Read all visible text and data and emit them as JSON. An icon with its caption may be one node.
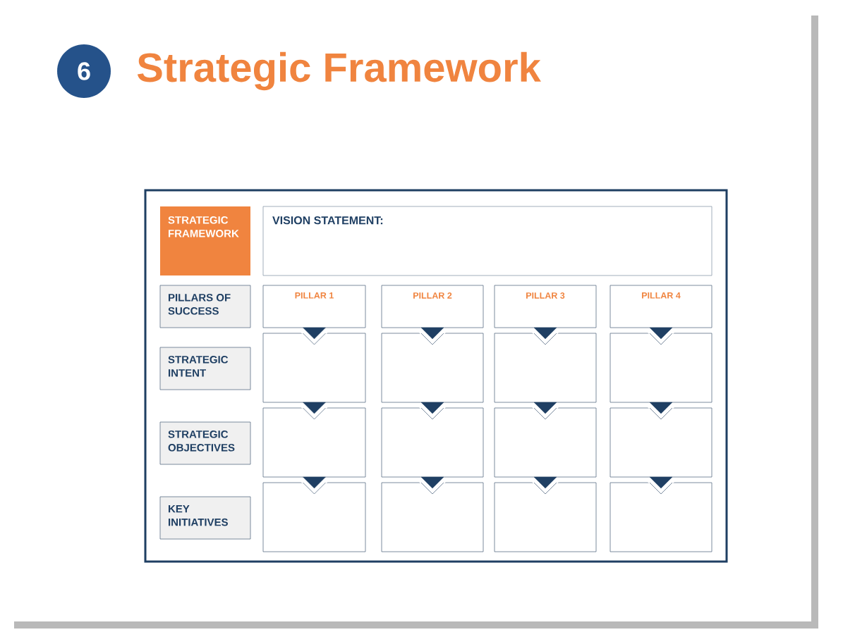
{
  "diagram": {
    "title": "Strategic Framework",
    "nodes": [
      {
        "text": [
          "6"
        ]
      },
      {
        "text": [],
        "shape": "box"
      },
      {
        "text": [
          "STRATEGIC FRAMEWORK"
        ],
        "in": 1
      },
      {
        "text": [
          "VISION STATEMENT:"
        ],
        "in": 1
      },
      {
        "text": [
          "PILLARS OF SUCCESS"
        ],
        "in": 1
      },
      {
        "text": [
          "PILLAR 1"
        ],
        "in": 1
      },
      {
        "text": [
          "PILLAR 2"
        ],
        "in": 1
      },
      {
        "text": [
          "PILLAR 3"
        ],
        "in": 1
      },
      {
        "text": [
          "PILLAR 4"
        ],
        "in": 1
      },
      {
        "text": [
          "STRATEGIC INTENT"
        ],
        "in": 1
      },
      {
        "text": [],
        "shape": "box",
        "in": 1
      },
      {
        "text": [],
        "shape": "box",
        "in": 1
      },
      {
        "text": [],
        "shape": "box",
        "in": 1
      },
      {
        "text": [],
        "shape": "box",
        "in": 1
      },
      {
        "text": [
          "STRATEGIC OBJECTIVES"
        ],
        "in": 1
      },
      {
        "text": [],
        "shape": "box",
        "in": 1
      },
      {
        "text": [],
        "shape": "box",
        "in": 1
      },
      {
        "text": [],
        "shape": "box",
        "in": 1
      },
      {
        "text": [],
        "shape": "box",
        "in": 1
      },
      {
        "text": [
          "KEY INITIATIVES"
        ],
        "in": 1
      },
      {
        "text": [],
        "shape": "box",
        "in": 1
      },
      {
        "text": [],
        "shape": "box",
        "in": 1
      },
      {
        "text": [],
        "shape": "box",
        "in": 1
      },
      {
        "text": [],
        "shape": "box",
        "in": 1
      }
    ],
    "edges": [
      {
        "from": 5,
        "to": 10,
        "arrow": "to"
      },
      {
        "from": 6,
        "to": 11,
        "arrow": "to"
      },
      {
        "from": 7,
        "to": 12,
        "arrow": "to"
      },
      {
        "from": 8,
        "to": 13,
        "arrow": "to"
      },
      {
        "from": 10,
        "to": 15,
        "arrow": "to"
      },
      {
        "from": 11,
        "to": 16,
        "arrow": "to"
      },
      {
        "from": 12,
        "to": 17,
        "arrow": "to"
      },
      {
        "from": 13,
        "to": 18,
        "arrow": "to"
      },
      {
        "from": 15,
        "to": 20,
        "arrow": "to"
      },
      {
        "from": 16,
        "to": 21,
        "arrow": "to"
      },
      {
        "from": 17,
        "to": 22,
        "arrow": "to"
      },
      {
        "from": 18,
        "to": 23,
        "arrow": "to"
      }
    ]
  }
}
